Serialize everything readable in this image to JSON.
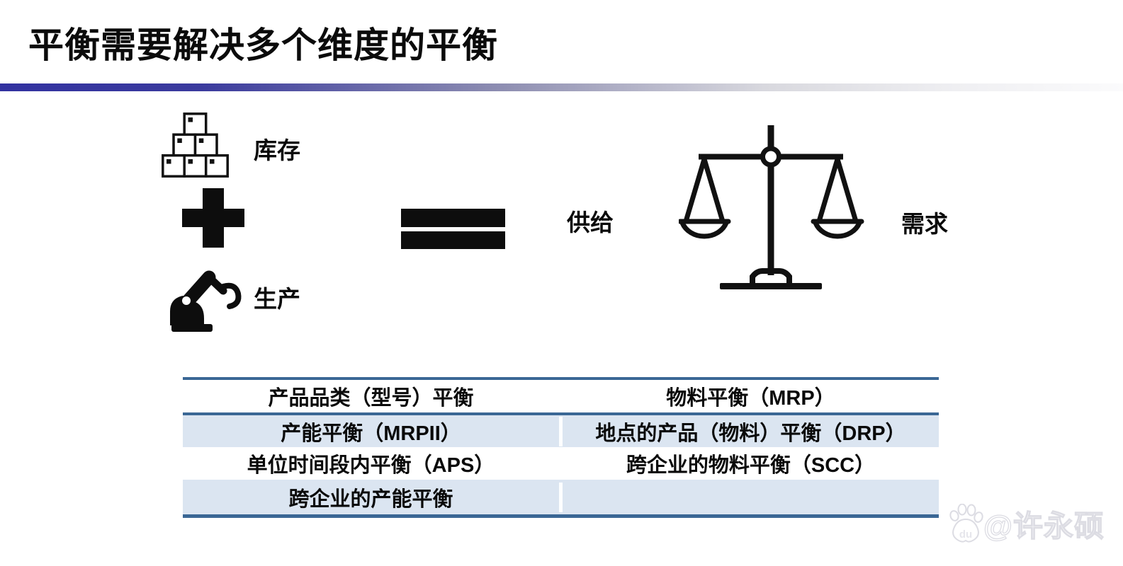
{
  "slide": {
    "title": "平衡需要解决多个维度的平衡",
    "equation": {
      "inventory_label": "库存",
      "production_label": "生产",
      "supply_label": "供给",
      "demand_label": "需求"
    },
    "table": {
      "rows": [
        {
          "left": "产品品类（型号）平衡",
          "right": "物料平衡（MRP）"
        },
        {
          "left": "产能平衡（MRPII）",
          "right": "地点的产品（物料）平衡（DRP）"
        },
        {
          "left": "单位时间段内平衡（APS）",
          "right": "跨企业的物料平衡（SCC）"
        },
        {
          "left": "跨企业的产能平衡",
          "right": ""
        }
      ]
    },
    "watermark": {
      "du": "du",
      "text": "@许永硕"
    },
    "colors": {
      "accent_gradient_start": "#3232a0",
      "accent_gradient_end": "#fbfbfc",
      "table_row_alt": "#dbe5f1",
      "table_border": "#3a6795",
      "icon_black": "#0d0d0d",
      "watermark_gray": "#d9d9e0"
    }
  }
}
